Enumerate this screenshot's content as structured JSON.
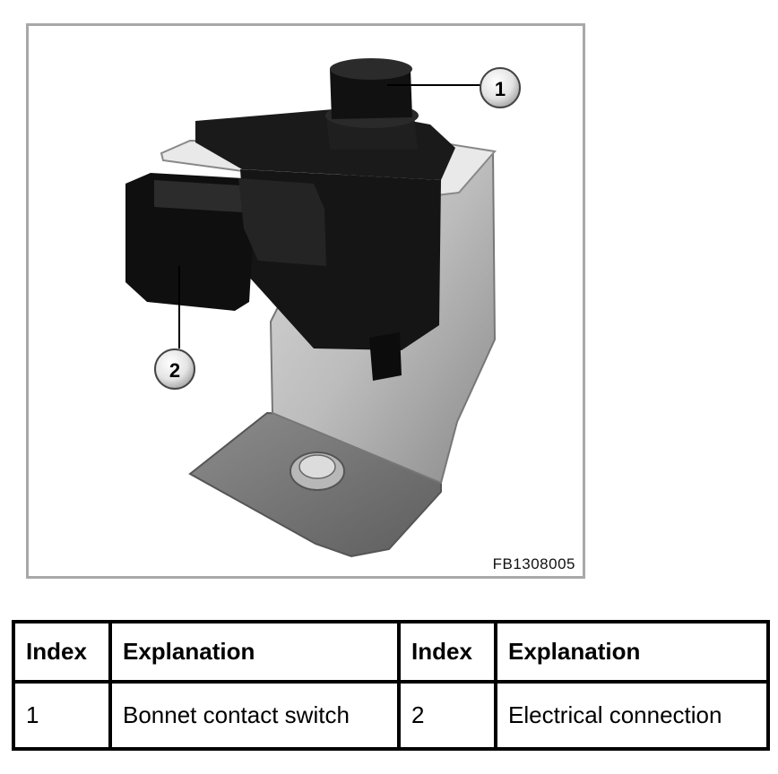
{
  "figure": {
    "code": "FB1308005",
    "callouts": [
      "1",
      "2"
    ]
  },
  "legend": {
    "headers": [
      "Index",
      "Explanation",
      "Index",
      "Explanation"
    ],
    "rows": [
      [
        "1",
        "Bonnet contact switch",
        "2",
        "Electrical connection"
      ]
    ]
  }
}
